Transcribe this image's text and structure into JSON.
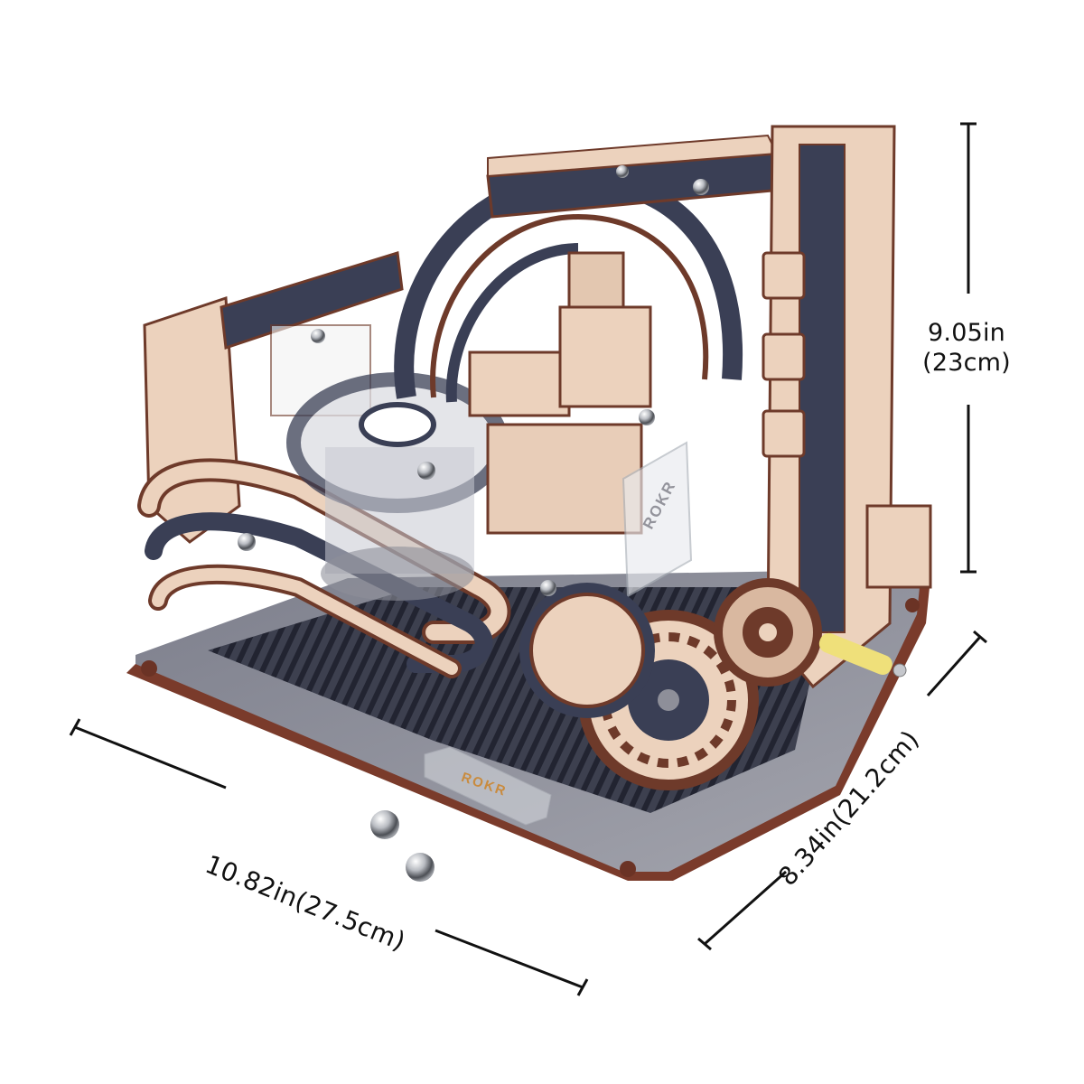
{
  "product": {
    "brand": "ROKR",
    "type": "3D wooden marble run mechanical puzzle",
    "brand_marks": [
      "ROKR",
      "ROKR"
    ]
  },
  "dimensions": {
    "height": {
      "label": "9.05in",
      "label_metric": "(23cm)",
      "imperial_in": 9.05,
      "metric_cm": 23
    },
    "width": {
      "label": "10.82in(27.5cm)",
      "imperial_in": 10.82,
      "metric_cm": 27.5
    },
    "depth": {
      "label": "8.34in(21.2cm)",
      "imperial_in": 8.34,
      "metric_cm": 21.2
    }
  },
  "loose_items": {
    "steel_balls_count": 2
  },
  "colors": {
    "background": "#ffffff",
    "light_wood": "#ecd2bd",
    "dark_wood": "#3a3f55",
    "wood_edge": "#6e3a2a",
    "base_plate": "#8e8f99",
    "handle": "#efe07a",
    "dimension_line": "#111111"
  }
}
